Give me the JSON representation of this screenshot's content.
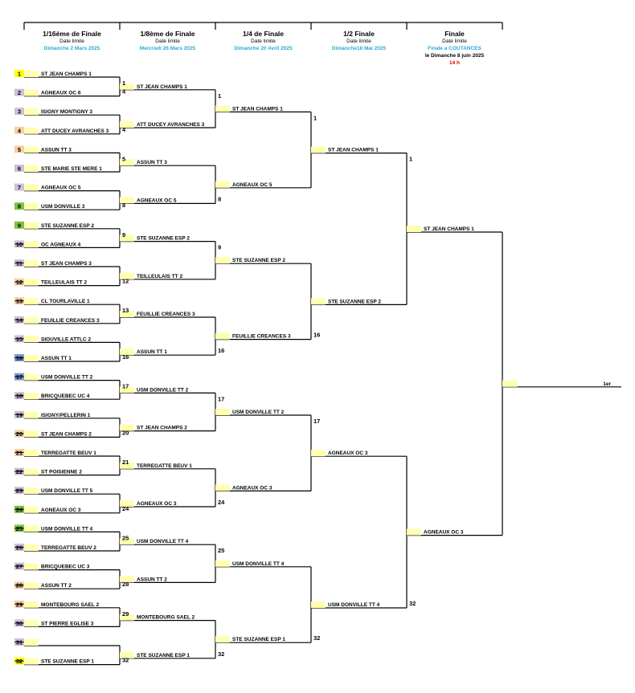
{
  "rounds": [
    {
      "title": "1/16ème de Finale",
      "deadline_label": "Date limite",
      "date": "Dimanche 2 Mars 2025"
    },
    {
      "title": "1/8ème de Finale",
      "deadline_label": "Date limite",
      "date": "Mercredi 26 Mars 2025"
    },
    {
      "title": "1/4 de Finale",
      "deadline_label": "Date limite",
      "date": "Dimanche 20 Avril 2025"
    },
    {
      "title": "1/2  Finale",
      "deadline_label": "Date limite",
      "date": "Dimanche18 Mai 2025"
    },
    {
      "title": "Finale",
      "deadline_label": "Date limite",
      "date": "Finale à COUTANCES",
      "extra": "le Dimanche 8 juin 2025",
      "time": "14 h"
    }
  ],
  "colors": {
    "seed_yellow": "#ffff00",
    "seed_lavender": "#ccc0dc",
    "seed_peach": "#f8cfa8",
    "seed_green": "#7cc242",
    "seed_blue": "#7a9cd6",
    "result_yellow": "#ffffb0",
    "date_cyan": "#2aa8d6",
    "time_red": "#e00000"
  },
  "round1": [
    {
      "seed": "1",
      "team": "ST JEAN CHAMPS 1",
      "color": "#ffff00",
      "struck": false
    },
    {
      "seed": "2",
      "team": "AGNEAUX OC 6",
      "color": "#ccc0dc",
      "struck": false
    },
    {
      "seed": "3",
      "team": "ISIGNY MONTIGNY 3",
      "color": "#ccc0dc",
      "struck": false
    },
    {
      "seed": "4",
      "team": "ATT DUCEY AVRANCHES 3",
      "color": "#f8cfa8",
      "struck": false
    },
    {
      "seed": "5",
      "team": "ASSUN TT 3",
      "color": "#f8cfa8",
      "struck": false
    },
    {
      "seed": "6",
      "team": "STE MARIE STE MERE 1",
      "color": "#ccc0dc",
      "struck": false
    },
    {
      "seed": "7",
      "team": "AGNEAUX OC 5",
      "color": "#ccc0dc",
      "struck": false
    },
    {
      "seed": "8",
      "team": "USM DONVILLE 3",
      "color": "#7cc242",
      "struck": false
    },
    {
      "seed": "9",
      "team": "STE SUZANNE ESP 2",
      "color": "#7cc242",
      "struck": false
    },
    {
      "seed": "10",
      "team": "OC AGNEAUX 4",
      "color": "#ccc0dc",
      "struck": true
    },
    {
      "seed": "11",
      "team": "ST JEAN CHAMPS 3",
      "color": "#ccc0dc",
      "struck": true
    },
    {
      "seed": "12",
      "team": "TEILLEULAIS TT 2",
      "color": "#f8cfa8",
      "struck": true
    },
    {
      "seed": "13",
      "team": "CL TOURLAVILLE 1",
      "color": "#f8cfa8",
      "struck": true
    },
    {
      "seed": "14",
      "team": "FEUILLIE CREANCES 3",
      "color": "#ccc0dc",
      "struck": true
    },
    {
      "seed": "15",
      "team": "SIOUVILLE ATTLC 2",
      "color": "#ccc0dc",
      "struck": true
    },
    {
      "seed": "16",
      "team": "ASSUN TT 1",
      "color": "#7a9cd6",
      "struck": true
    },
    {
      "seed": "17",
      "team": "USM DONVILLE TT 2",
      "color": "#7a9cd6",
      "struck": true
    },
    {
      "seed": "18",
      "team": "BRICQUEBEC UC 4",
      "color": "#ccc0dc",
      "struck": true
    },
    {
      "seed": "19",
      "team": "ISIGNY/PELLERIN 1",
      "color": "#ccc0dc",
      "struck": true
    },
    {
      "seed": "20",
      "team": "ST JEAN CHAMPS 2",
      "color": "#f8cfa8",
      "struck": true
    },
    {
      "seed": "21",
      "team": "TERREGATTE BEUV 1",
      "color": "#f8cfa8",
      "struck": true
    },
    {
      "seed": "22",
      "team": "ST POISIENNE 2",
      "color": "#ccc0dc",
      "struck": true
    },
    {
      "seed": "23",
      "team": "USM DONVILLE TT 5",
      "color": "#ccc0dc",
      "struck": true
    },
    {
      "seed": "24",
      "team": "AGNEAUX OC 3",
      "color": "#7cc242",
      "struck": true
    },
    {
      "seed": "25",
      "team": "USM DONVILLE TT 4",
      "color": "#7cc242",
      "struck": true
    },
    {
      "seed": "26",
      "team": "TERREGATTE BEUV 2",
      "color": "#ccc0dc",
      "struck": true
    },
    {
      "seed": "27",
      "team": "BRICQUEBEC UC 3",
      "color": "#ccc0dc",
      "struck": true
    },
    {
      "seed": "28",
      "team": "ASSUN TT 2",
      "color": "#f8cfa8",
      "struck": true
    },
    {
      "seed": "29",
      "team": "MONTEBOURG SAEL 2",
      "color": "#f8cfa8",
      "struck": true
    },
    {
      "seed": "30",
      "team": "ST PIERRE EGLISE 3",
      "color": "#ccc0dc",
      "struck": true
    },
    {
      "seed": "31",
      "team": "",
      "color": "#ccc0dc",
      "struck": true
    },
    {
      "seed": "32",
      "team": "STE SUZANNE ESP 1",
      "color": "#ffff00",
      "struck": true
    }
  ],
  "round2": [
    {
      "top": "1",
      "bottom": "4",
      "winner": "ST JEAN CHAMPS 1",
      "winner_pos": "top"
    },
    {
      "top": "",
      "bottom": "4",
      "winner": "ATT DUCEY AVRANCHES 3",
      "winner_pos": "bottom"
    },
    {
      "top": "5",
      "bottom": "",
      "winner": "ASSUN TT 3",
      "winner_pos": "top"
    },
    {
      "top": "",
      "bottom": "8",
      "winner": "AGNEAUX OC 5",
      "winner_pos": "bottom"
    },
    {
      "top": "9",
      "bottom": "",
      "winner": "STE SUZANNE ESP 2",
      "winner_pos": "top"
    },
    {
      "top": "",
      "bottom": "12",
      "winner": "TEILLEULAIS TT 2",
      "winner_pos": "bottom"
    },
    {
      "top": "13",
      "bottom": "",
      "winner": "FEUILLIE CREANCES 3",
      "winner_pos": "top"
    },
    {
      "top": "",
      "bottom": "16",
      "winner": "ASSUN TT 1",
      "winner_pos": "bottom"
    },
    {
      "top": "17",
      "bottom": "",
      "winner": "USM DONVILLE TT 2",
      "winner_pos": "top"
    },
    {
      "top": "",
      "bottom": "20",
      "winner": "ST JEAN CHAMPS 2",
      "winner_pos": "bottom"
    },
    {
      "top": "21",
      "bottom": "",
      "winner": "TERREGATTE BEUV 1",
      "winner_pos": "top"
    },
    {
      "top": "",
      "bottom": "24",
      "winner": "AGNEAUX OC 3",
      "winner_pos": "bottom"
    },
    {
      "top": "25",
      "bottom": "",
      "winner": "USM DONVILLE TT 4",
      "winner_pos": "top"
    },
    {
      "top": "",
      "bottom": "28",
      "winner": "ASSUN TT 2",
      "winner_pos": "bottom"
    },
    {
      "top": "29",
      "bottom": "",
      "winner": "MONTEBOURG SAEL 2",
      "winner_pos": "top"
    },
    {
      "top": "",
      "bottom": "32",
      "winner": "STE SUZANNE ESP 1",
      "winner_pos": "bottom"
    }
  ],
  "round3": [
    {
      "top": "1",
      "bottom": "",
      "winner": "ST JEAN CHAMPS 1",
      "winner_pos": "top"
    },
    {
      "top": "",
      "bottom": "8",
      "winner": "AGNEAUX OC 5",
      "winner_pos": "bottom"
    },
    {
      "top": "9",
      "bottom": "",
      "winner": "STE SUZANNE ESP 2",
      "winner_pos": "top"
    },
    {
      "top": "",
      "bottom": "16",
      "winner": "FEUILLIE CREANCES 3",
      "winner_pos": "bottom"
    },
    {
      "top": "17",
      "bottom": "",
      "winner": "USM DONVILLE TT 2",
      "winner_pos": "top"
    },
    {
      "top": "",
      "bottom": "24",
      "winner": "AGNEAUX OC 3",
      "winner_pos": "bottom"
    },
    {
      "top": "25",
      "bottom": "",
      "winner": "USM DONVILLE TT 4",
      "winner_pos": "top"
    },
    {
      "top": "",
      "bottom": "32",
      "winner": "STE SUZANNE ESP 1",
      "winner_pos": "bottom"
    }
  ],
  "round4": [
    {
      "top": "1",
      "bottom": "",
      "winner": "ST JEAN CHAMPS 1",
      "winner_pos": "top"
    },
    {
      "top": "",
      "bottom": "16",
      "winner": "STE SUZANNE ESP 2",
      "winner_pos": "bottom"
    },
    {
      "top": "17",
      "bottom": "",
      "winner": "AGNEAUX OC 3",
      "winner_pos": "top"
    },
    {
      "top": "",
      "bottom": "32",
      "winner": "USM DONVILLE TT 4",
      "winner_pos": "bottom"
    }
  ],
  "round5": [
    {
      "top": "1",
      "bottom": "",
      "winner": "ST JEAN CHAMPS 1",
      "winner_pos": "top"
    },
    {
      "top": "",
      "bottom": "32",
      "winner": "AGNEAUX OC 3",
      "winner_pos": "bottom"
    }
  ],
  "final": {
    "winner": "",
    "place_label": "1er"
  }
}
